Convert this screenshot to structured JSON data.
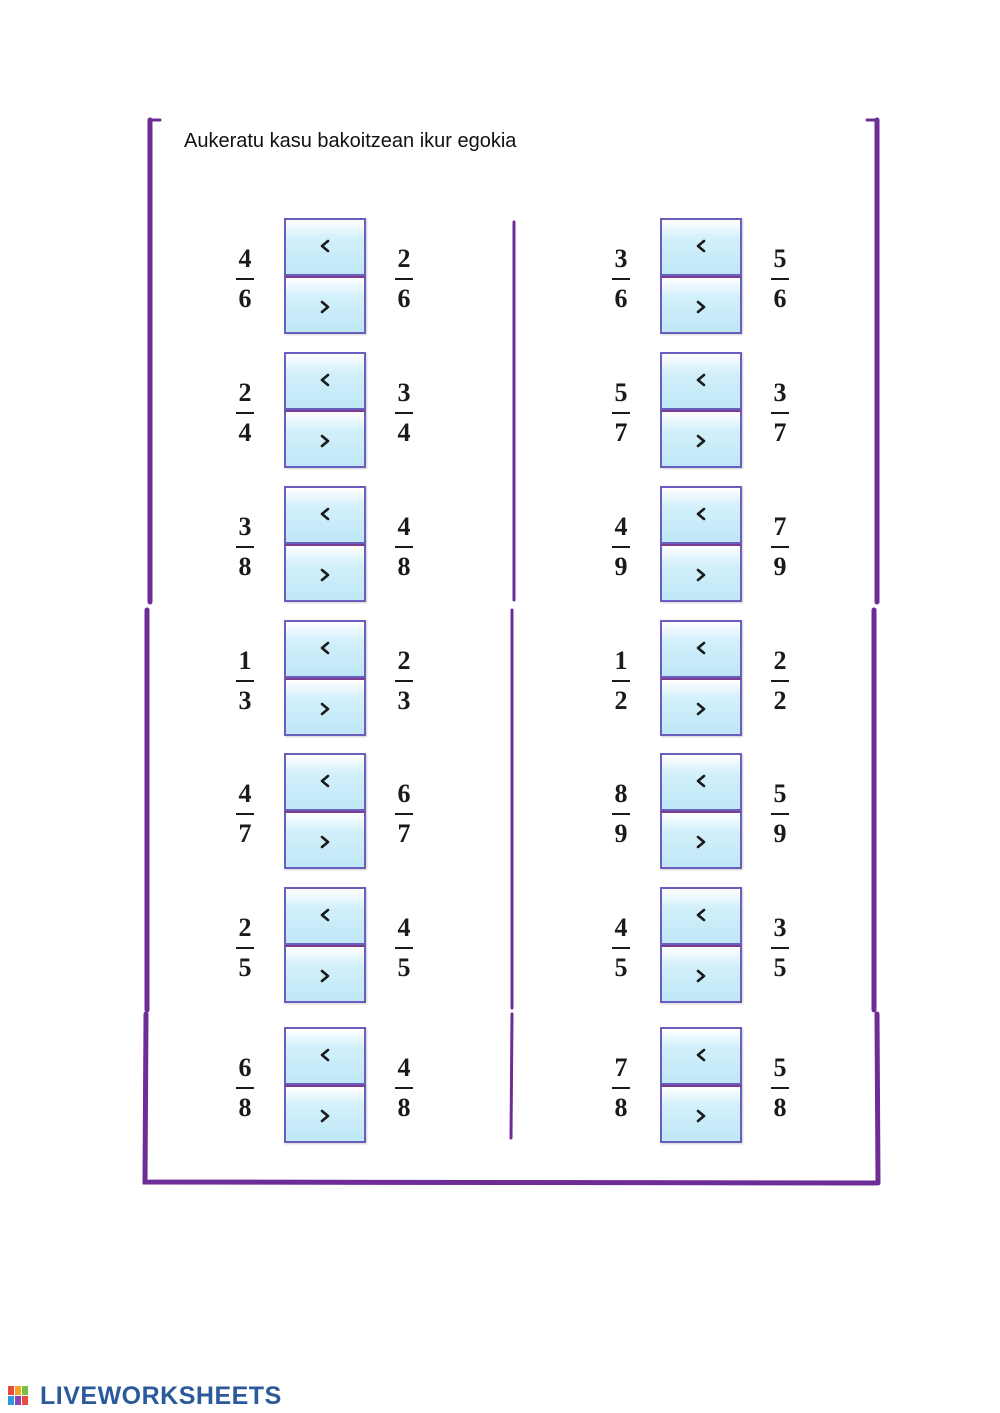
{
  "instruction": "Aukeratu kasu bakoitzean ikur egokia",
  "symbol_less_label": "<",
  "symbol_greater_label": ">",
  "colors": {
    "frame": "#6e2c96",
    "button_border": "#6a5fbf",
    "button_fill": "#c6eaf8",
    "brand": "#2b5a9b"
  },
  "left_column": [
    {
      "left": {
        "num": "4",
        "den": "6"
      },
      "right": {
        "num": "2",
        "den": "6"
      }
    },
    {
      "left": {
        "num": "2",
        "den": "4"
      },
      "right": {
        "num": "3",
        "den": "4"
      }
    },
    {
      "left": {
        "num": "3",
        "den": "8"
      },
      "right": {
        "num": "4",
        "den": "8"
      }
    },
    {
      "left": {
        "num": "1",
        "den": "3"
      },
      "right": {
        "num": "2",
        "den": "3"
      }
    },
    {
      "left": {
        "num": "4",
        "den": "7"
      },
      "right": {
        "num": "6",
        "den": "7"
      }
    },
    {
      "left": {
        "num": "2",
        "den": "5"
      },
      "right": {
        "num": "4",
        "den": "5"
      }
    },
    {
      "left": {
        "num": "6",
        "den": "8"
      },
      "right": {
        "num": "4",
        "den": "8"
      }
    }
  ],
  "right_column": [
    {
      "left": {
        "num": "3",
        "den": "6"
      },
      "right": {
        "num": "5",
        "den": "6"
      }
    },
    {
      "left": {
        "num": "5",
        "den": "7"
      },
      "right": {
        "num": "3",
        "den": "7"
      }
    },
    {
      "left": {
        "num": "4",
        "den": "9"
      },
      "right": {
        "num": "7",
        "den": "9"
      }
    },
    {
      "left": {
        "num": "1",
        "den": "2"
      },
      "right": {
        "num": "2",
        "den": "2"
      }
    },
    {
      "left": {
        "num": "8",
        "den": "9"
      },
      "right": {
        "num": "5",
        "den": "9"
      }
    },
    {
      "left": {
        "num": "4",
        "den": "5"
      },
      "right": {
        "num": "3",
        "den": "5"
      }
    },
    {
      "left": {
        "num": "7",
        "den": "8"
      },
      "right": {
        "num": "5",
        "den": "8"
      }
    }
  ],
  "brand": "LIVEWORKSHEETS"
}
